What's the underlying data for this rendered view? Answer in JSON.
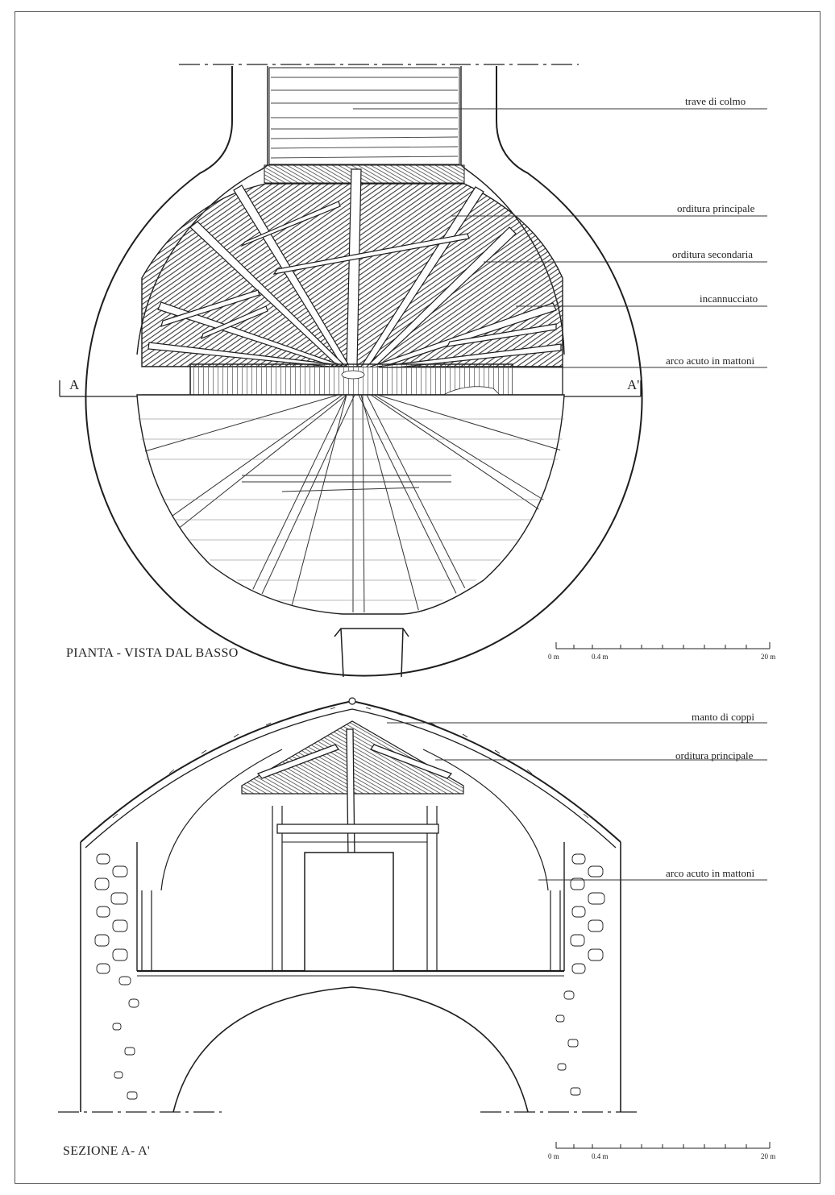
{
  "plan": {
    "title": "PIANTA  -  VISTA DAL BASSO",
    "section_mark_left": "A",
    "section_mark_right": "A'",
    "labels": {
      "ridge": "trave di colmo",
      "main_frame": "orditura principale",
      "secondary_frame": "orditura secondaria",
      "reed_mat": "incannucciato",
      "arch": "arco acuto in mattoni"
    },
    "scale": {
      "start": "0 m",
      "mid": "0.4 m",
      "end": "20 m"
    }
  },
  "section": {
    "title": "SEZIONE A- A'",
    "labels": {
      "tiles": "manto di coppi",
      "main_frame": "orditura principale",
      "arch": "arco acuto in mattoni"
    },
    "scale": {
      "start": "0 m",
      "mid": "0.4 m",
      "end": "20 m"
    }
  },
  "colors": {
    "ink": "#1e1e1e",
    "hatch": "#3a3a3a",
    "paper": "#ffffff"
  }
}
